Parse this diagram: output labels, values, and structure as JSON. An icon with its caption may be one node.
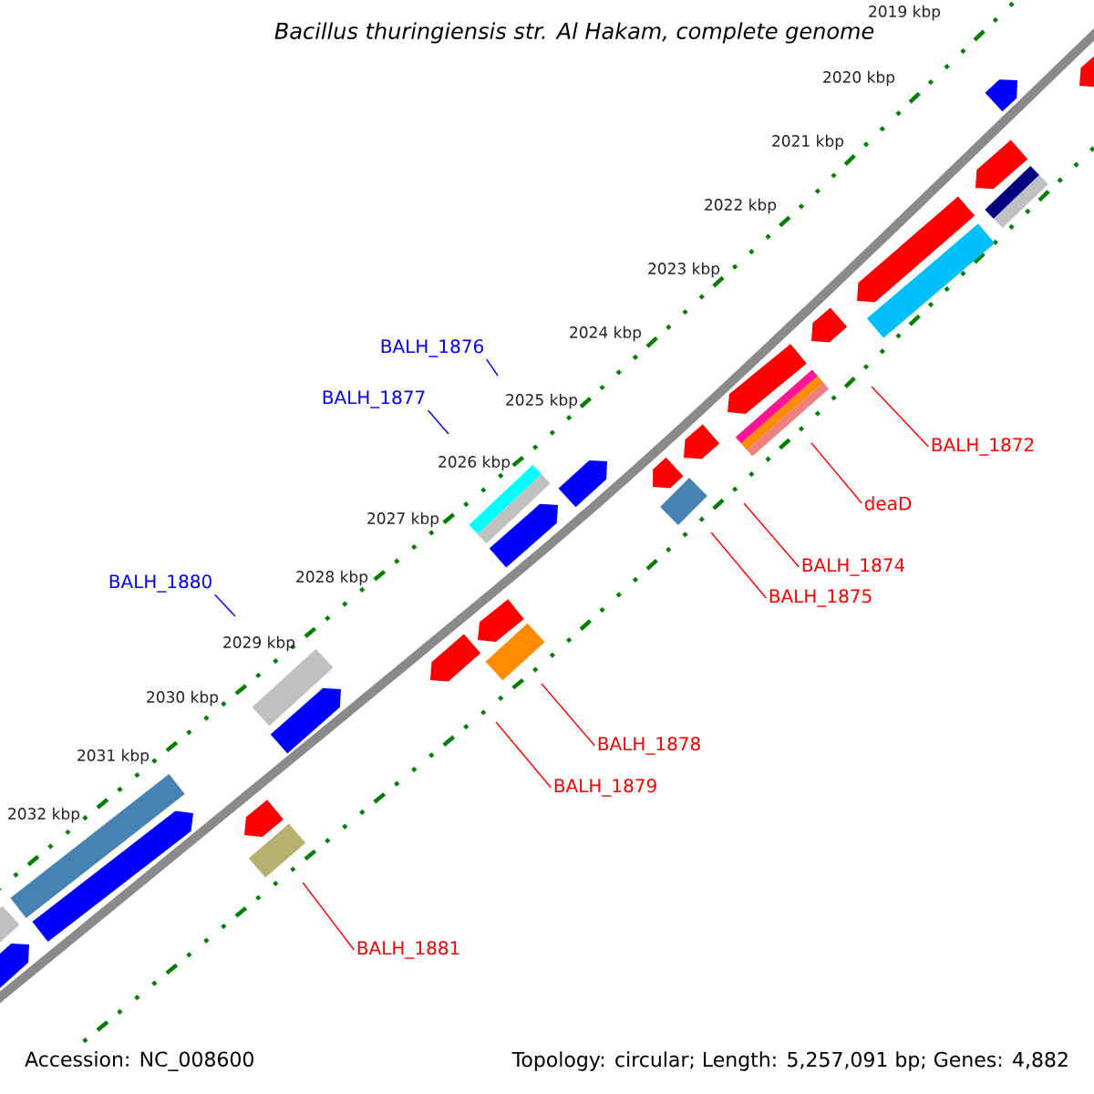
{
  "diagram": {
    "title": "Bacillus thuringiensis str. Al Hakam, complete genome",
    "nodes": [
      {
        "text": [
          "BALH_1876"
        ]
      },
      {
        "text": [
          "BALH_1877"
        ]
      },
      {
        "text": [
          "BALH_1880"
        ]
      },
      {
        "text": [
          "BALH_1872"
        ]
      },
      {
        "text": [
          "deaD"
        ]
      },
      {
        "text": [
          "BALH_1874"
        ]
      },
      {
        "text": [
          "BALH_1875"
        ]
      },
      {
        "text": [
          "BALH_1878"
        ]
      },
      {
        "text": [
          "BALH_1879"
        ]
      },
      {
        "text": [
          "BALH_1881"
        ]
      }
    ],
    "edges": [
      {
        "from": 0,
        "to": null,
        "arrow": "none",
        "color": "#0000ff"
      },
      {
        "from": 1,
        "to": null,
        "arrow": "none",
        "color": "#0000ff"
      },
      {
        "from": 2,
        "to": null,
        "arrow": "none",
        "color": "#0000ff"
      },
      {
        "from": 3,
        "to": null,
        "arrow": "none"
      },
      {
        "from": 4,
        "to": null,
        "arrow": "none"
      },
      {
        "from": 5,
        "to": null,
        "arrow": "none"
      },
      {
        "from": 6,
        "to": null,
        "arrow": "none"
      },
      {
        "from": 7,
        "to": null,
        "arrow": "none"
      },
      {
        "from": 8,
        "to": null,
        "arrow": "none"
      },
      {
        "from": 9,
        "to": null,
        "arrow": "none"
      }
    ],
    "labels": [
      "2019 kbp",
      "2020 kbp",
      "2021 kbp",
      "2022 kbp",
      "2023 kbp",
      "2024 kbp",
      "2025 kbp",
      "2026 kbp",
      "2027 kbp",
      "2028 kbp",
      "2029 kbp",
      "2030 kbp",
      "2031 kbp",
      "2032 kbp",
      "Accession: NC_008600",
      "Topology: circular; Length: 5,257,091 bp; Genes: 4,882"
    ]
  }
}
